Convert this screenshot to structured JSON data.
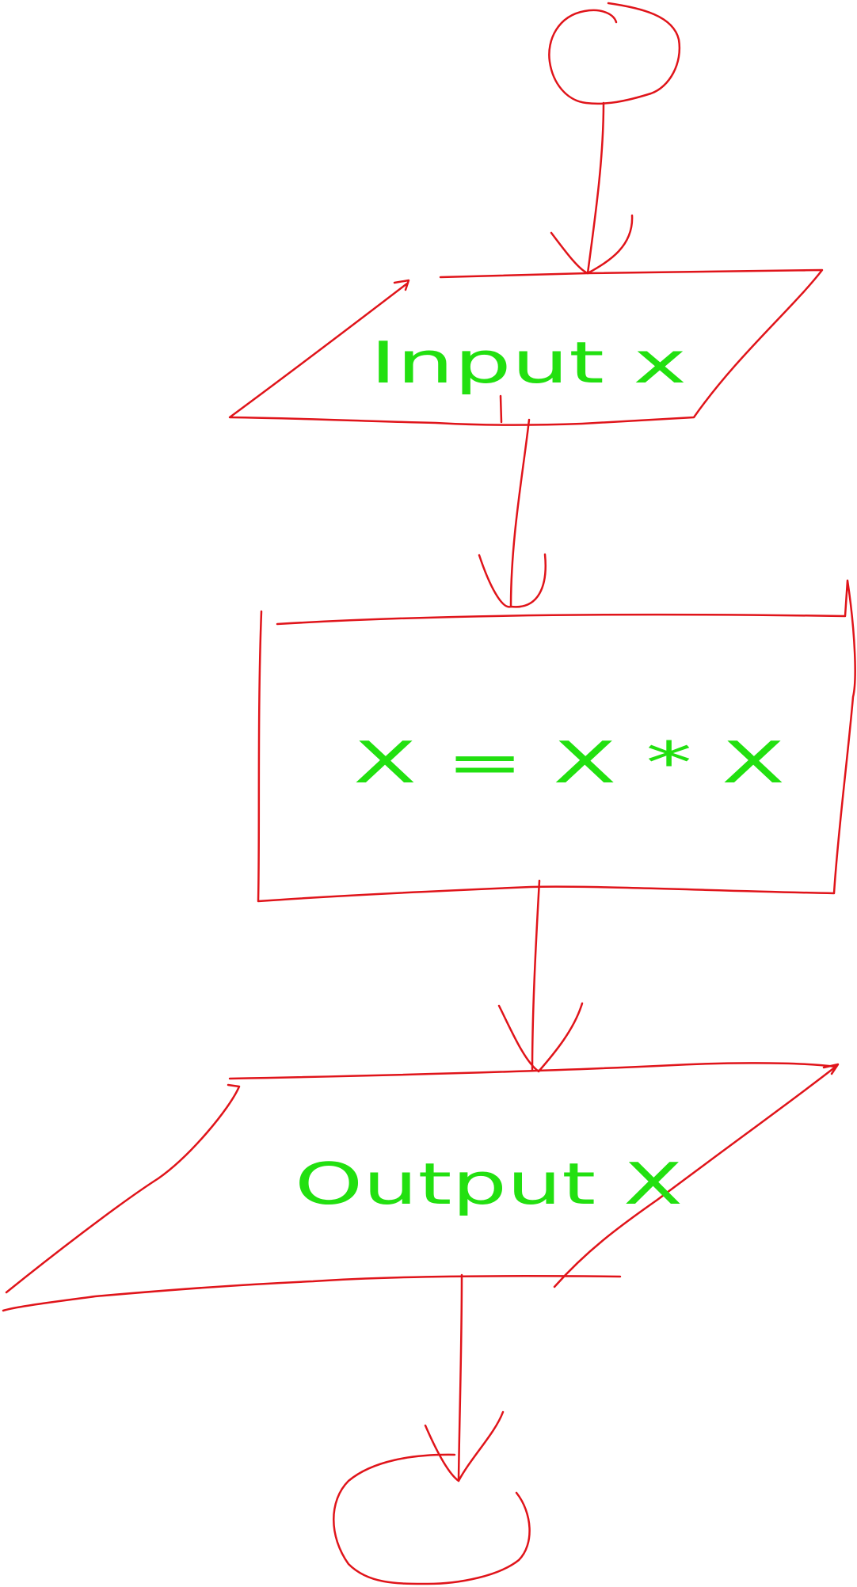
{
  "colors": {
    "shape_stroke": "#e0141a",
    "text_stroke": "#22e010",
    "background": "#ffffff"
  },
  "nodes": [
    {
      "id": "start",
      "shape": "terminator-circle",
      "label": ""
    },
    {
      "id": "input",
      "shape": "parallelogram",
      "label": "Input x"
    },
    {
      "id": "process",
      "shape": "rectangle",
      "label": "X = X * X"
    },
    {
      "id": "output",
      "shape": "parallelogram",
      "label": "Output X"
    },
    {
      "id": "end",
      "shape": "terminator-circle",
      "label": ""
    }
  ],
  "edges": [
    {
      "from": "start",
      "to": "input"
    },
    {
      "from": "input",
      "to": "process"
    },
    {
      "from": "process",
      "to": "output"
    },
    {
      "from": "output",
      "to": "end"
    }
  ]
}
